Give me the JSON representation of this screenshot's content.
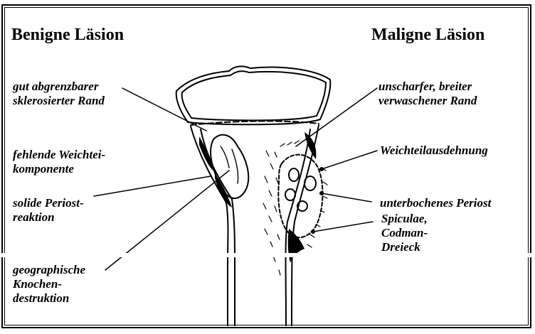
{
  "headings": {
    "benign": "Benigne Läsion",
    "malign": "Maligne Läsion"
  },
  "left_labels": {
    "border": [
      "gut abgrenzbarer",
      "sklerosierter Rand"
    ],
    "soft_tissue": [
      "fehlende Weichtei-",
      "komponente"
    ],
    "periosteal": [
      "solide Periost-",
      "reaktion"
    ],
    "destruction": [
      "geographische",
      "Knochen-",
      "destruktion"
    ]
  },
  "right_labels": {
    "border": [
      "unscharfer, breiter",
      "verwaschener Rand"
    ],
    "soft_tissue": [
      "Weichteilausdehnung"
    ],
    "periost": [
      "unterbochenes Periost"
    ],
    "spiculae": [
      "Spiculae,",
      "Codman-",
      "Dreieck"
    ]
  },
  "colors": {
    "ink": "#000000",
    "paper": "#ffffff"
  }
}
